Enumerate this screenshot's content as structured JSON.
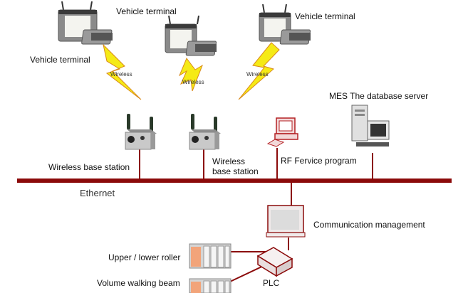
{
  "diagram": {
    "title": "Wireless vehicle terminal network topology",
    "colors": {
      "network_line": "#8b0a0a",
      "bolt_fill": "#f5ea16",
      "bolt_stroke": "#d98a1a",
      "device_accent": "#b42024"
    },
    "vehicle_terminals": [
      {
        "label": "Vehicle terminal"
      },
      {
        "label": "Vehicle terminal"
      },
      {
        "label": "Vehicle terminal"
      }
    ],
    "wireless_links": [
      {
        "label": "Wireless"
      },
      {
        "label": "Wireless"
      },
      {
        "label": "Wireless"
      }
    ],
    "base_stations": [
      {
        "label": "Wireless base station"
      },
      {
        "label_line1": "Wireless",
        "label_line2": "base station"
      }
    ],
    "rf_service": {
      "label": "RF Fervice program",
      "icon": "desktop-pc-icon"
    },
    "mes_server": {
      "label": "MES The database server",
      "icon": "tower-server-icon"
    },
    "ethernet": {
      "label": "Ethernet"
    },
    "comm_management": {
      "label": "Communication management",
      "icon": "workstation-icon"
    },
    "plc": {
      "label": "PLC",
      "icon": "plc-box-icon"
    },
    "io_modules": [
      {
        "label": "Upper / lower roller"
      },
      {
        "label": "Volume walking beam"
      }
    ]
  }
}
